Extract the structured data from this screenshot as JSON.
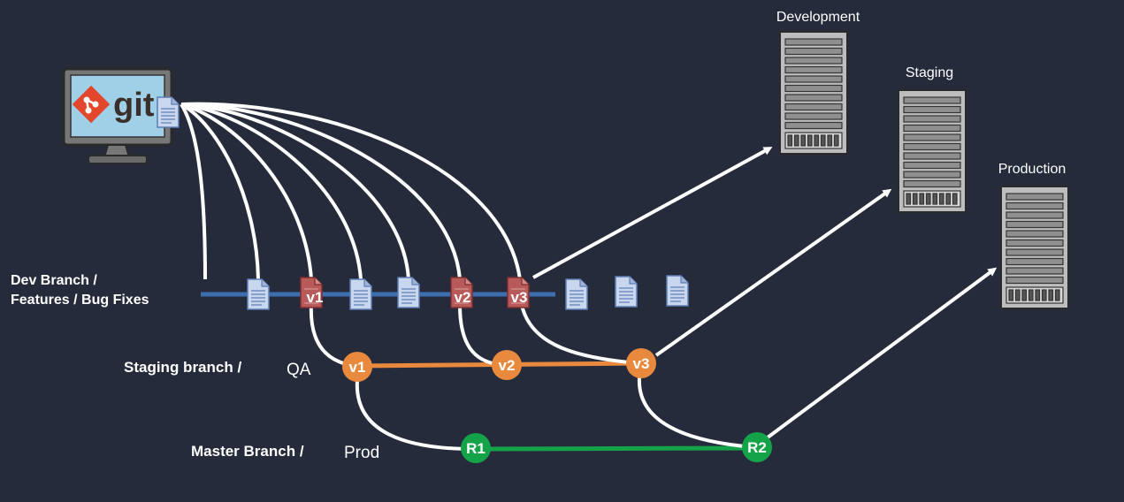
{
  "servers": {
    "development": "Development",
    "staging": "Staging",
    "production": "Production"
  },
  "git_logo_text": "git",
  "branches": {
    "dev": {
      "line1": "Dev Branch /",
      "line2": "Features / Bug Fixes",
      "color": "#3d6fb0"
    },
    "staging": {
      "label": "Staging branch /",
      "sublabel": "QA",
      "color": "#e8893e"
    },
    "master": {
      "label": "Master Branch /",
      "sublabel": "Prod",
      "color": "#15a34a"
    }
  },
  "dev_versions": [
    "v1",
    "v2",
    "v3"
  ],
  "staging_nodes": [
    "v1",
    "v2",
    "v3"
  ],
  "master_nodes": [
    "R1",
    "R2"
  ],
  "colors": {
    "background": "#252b3b",
    "doc_blue": "#c9d7ee",
    "doc_red": "#b85a5a",
    "staging_node": "#e8893e",
    "master_node": "#15a34a",
    "server": "#b8b8b8"
  }
}
